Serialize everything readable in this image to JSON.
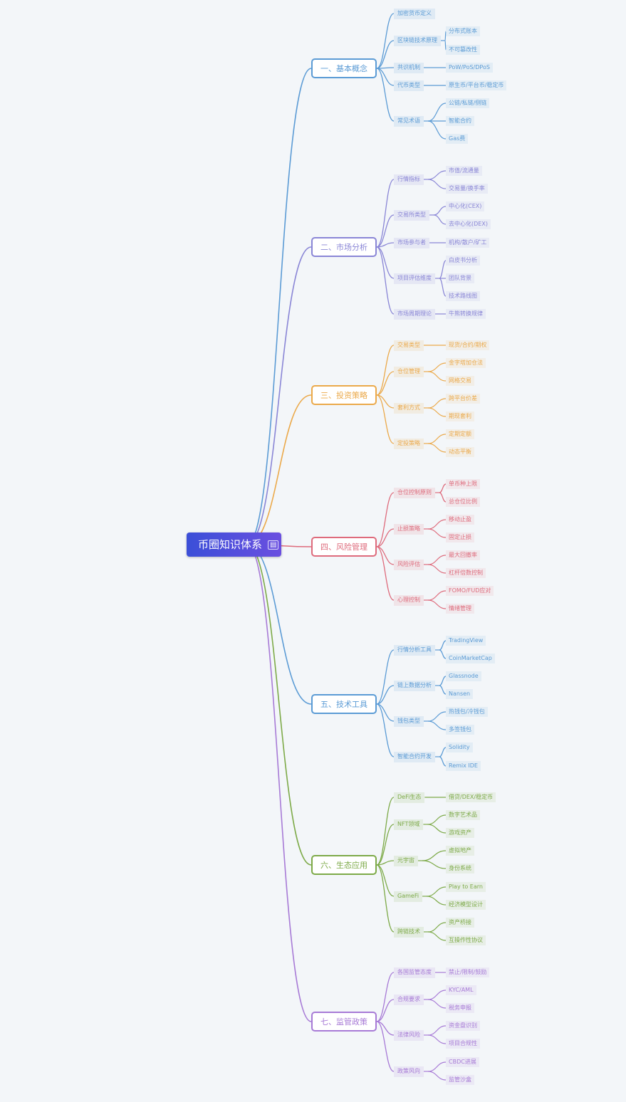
{
  "root": {
    "label": "币圈知识体系",
    "icon": "note-icon"
  },
  "branches": [
    {
      "label": "一、基本概念",
      "color": "#5b9bd5",
      "subs": [
        {
          "label": "加密货币定义",
          "leaves": []
        },
        {
          "label": "区块链技术原理",
          "leaves": [
            "分布式账本",
            "不可篡改性"
          ]
        },
        {
          "label": "共识机制",
          "leaves": [
            "PoW/PoS/DPoS"
          ]
        },
        {
          "label": "代币类型",
          "leaves": [
            "原生币/平台币/稳定币"
          ]
        },
        {
          "label": "常见术语",
          "leaves": [
            "公链/私链/侧链",
            "智能合约",
            "Gas费"
          ]
        }
      ]
    },
    {
      "label": "二、市场分析",
      "color": "#8a86d6",
      "subs": [
        {
          "label": "行情指标",
          "leaves": [
            "市值/流通量",
            "交易量/换手率"
          ]
        },
        {
          "label": "交易所类型",
          "leaves": [
            "中心化(CEX)",
            "去中心化(DEX)"
          ]
        },
        {
          "label": "市场参与者",
          "leaves": [
            "机构/散户/矿工"
          ]
        },
        {
          "label": "项目评估维度",
          "leaves": [
            "白皮书分析",
            "团队背景",
            "技术路线图"
          ]
        },
        {
          "label": "市场周期理论",
          "leaves": [
            "牛熊转换规律"
          ]
        }
      ]
    },
    {
      "label": "三、投资策略",
      "color": "#eba94a",
      "subs": [
        {
          "label": "交易类型",
          "leaves": [
            "现货/合约/期权"
          ]
        },
        {
          "label": "仓位管理",
          "leaves": [
            "金字塔加仓法",
            "网格交易"
          ]
        },
        {
          "label": "套利方式",
          "leaves": [
            "跨平台价差",
            "期现套利"
          ]
        },
        {
          "label": "定投策略",
          "leaves": [
            "定期定额",
            "动态平衡"
          ]
        }
      ]
    },
    {
      "label": "四、风险管理",
      "color": "#de6b7c",
      "subs": [
        {
          "label": "仓位控制原则",
          "leaves": [
            "单币种上限",
            "总仓位比例"
          ]
        },
        {
          "label": "止损策略",
          "leaves": [
            "移动止盈",
            "固定止损"
          ]
        },
        {
          "label": "风险评估",
          "leaves": [
            "最大回撤率",
            "杠杆倍数控制"
          ]
        },
        {
          "label": "心理控制",
          "leaves": [
            "FOMO/FUD应对",
            "情绪管理"
          ]
        }
      ]
    },
    {
      "label": "五、技术工具",
      "color": "#5b9bd5",
      "subs": [
        {
          "label": "行情分析工具",
          "leaves": [
            "TradingView",
            "CoinMarketCap"
          ]
        },
        {
          "label": "链上数据分析",
          "leaves": [
            "Glassnode",
            "Nansen"
          ]
        },
        {
          "label": "钱包类型",
          "leaves": [
            "热钱包/冷钱包",
            "多签钱包"
          ]
        },
        {
          "label": "智能合约开发",
          "leaves": [
            "Solidity",
            "Remix IDE"
          ]
        }
      ]
    },
    {
      "label": "六、生态应用",
      "color": "#7daa48",
      "subs": [
        {
          "label": "DeFi生态",
          "leaves": [
            "借贷/DEX/稳定币"
          ]
        },
        {
          "label": "NFT领域",
          "leaves": [
            "数字艺术品",
            "游戏资产"
          ]
        },
        {
          "label": "元宇宙",
          "leaves": [
            "虚拟地产",
            "身份系统"
          ]
        },
        {
          "label": "GameFi",
          "leaves": [
            "Play to Earn",
            "经济模型设计"
          ]
        },
        {
          "label": "跨链技术",
          "leaves": [
            "资产桥接",
            "互操作性协议"
          ]
        }
      ]
    },
    {
      "label": "七、监管政策",
      "color": "#a77ad6",
      "subs": [
        {
          "label": "各国监管态度",
          "leaves": [
            "禁止/限制/鼓励"
          ]
        },
        {
          "label": "合规要求",
          "leaves": [
            "KYC/AML",
            "税务申报"
          ]
        },
        {
          "label": "法律风险",
          "leaves": [
            "资金盘识别",
            "项目合规性"
          ]
        },
        {
          "label": "政策风向",
          "leaves": [
            "CBDC进展",
            "监管沙盒"
          ]
        }
      ]
    }
  ]
}
